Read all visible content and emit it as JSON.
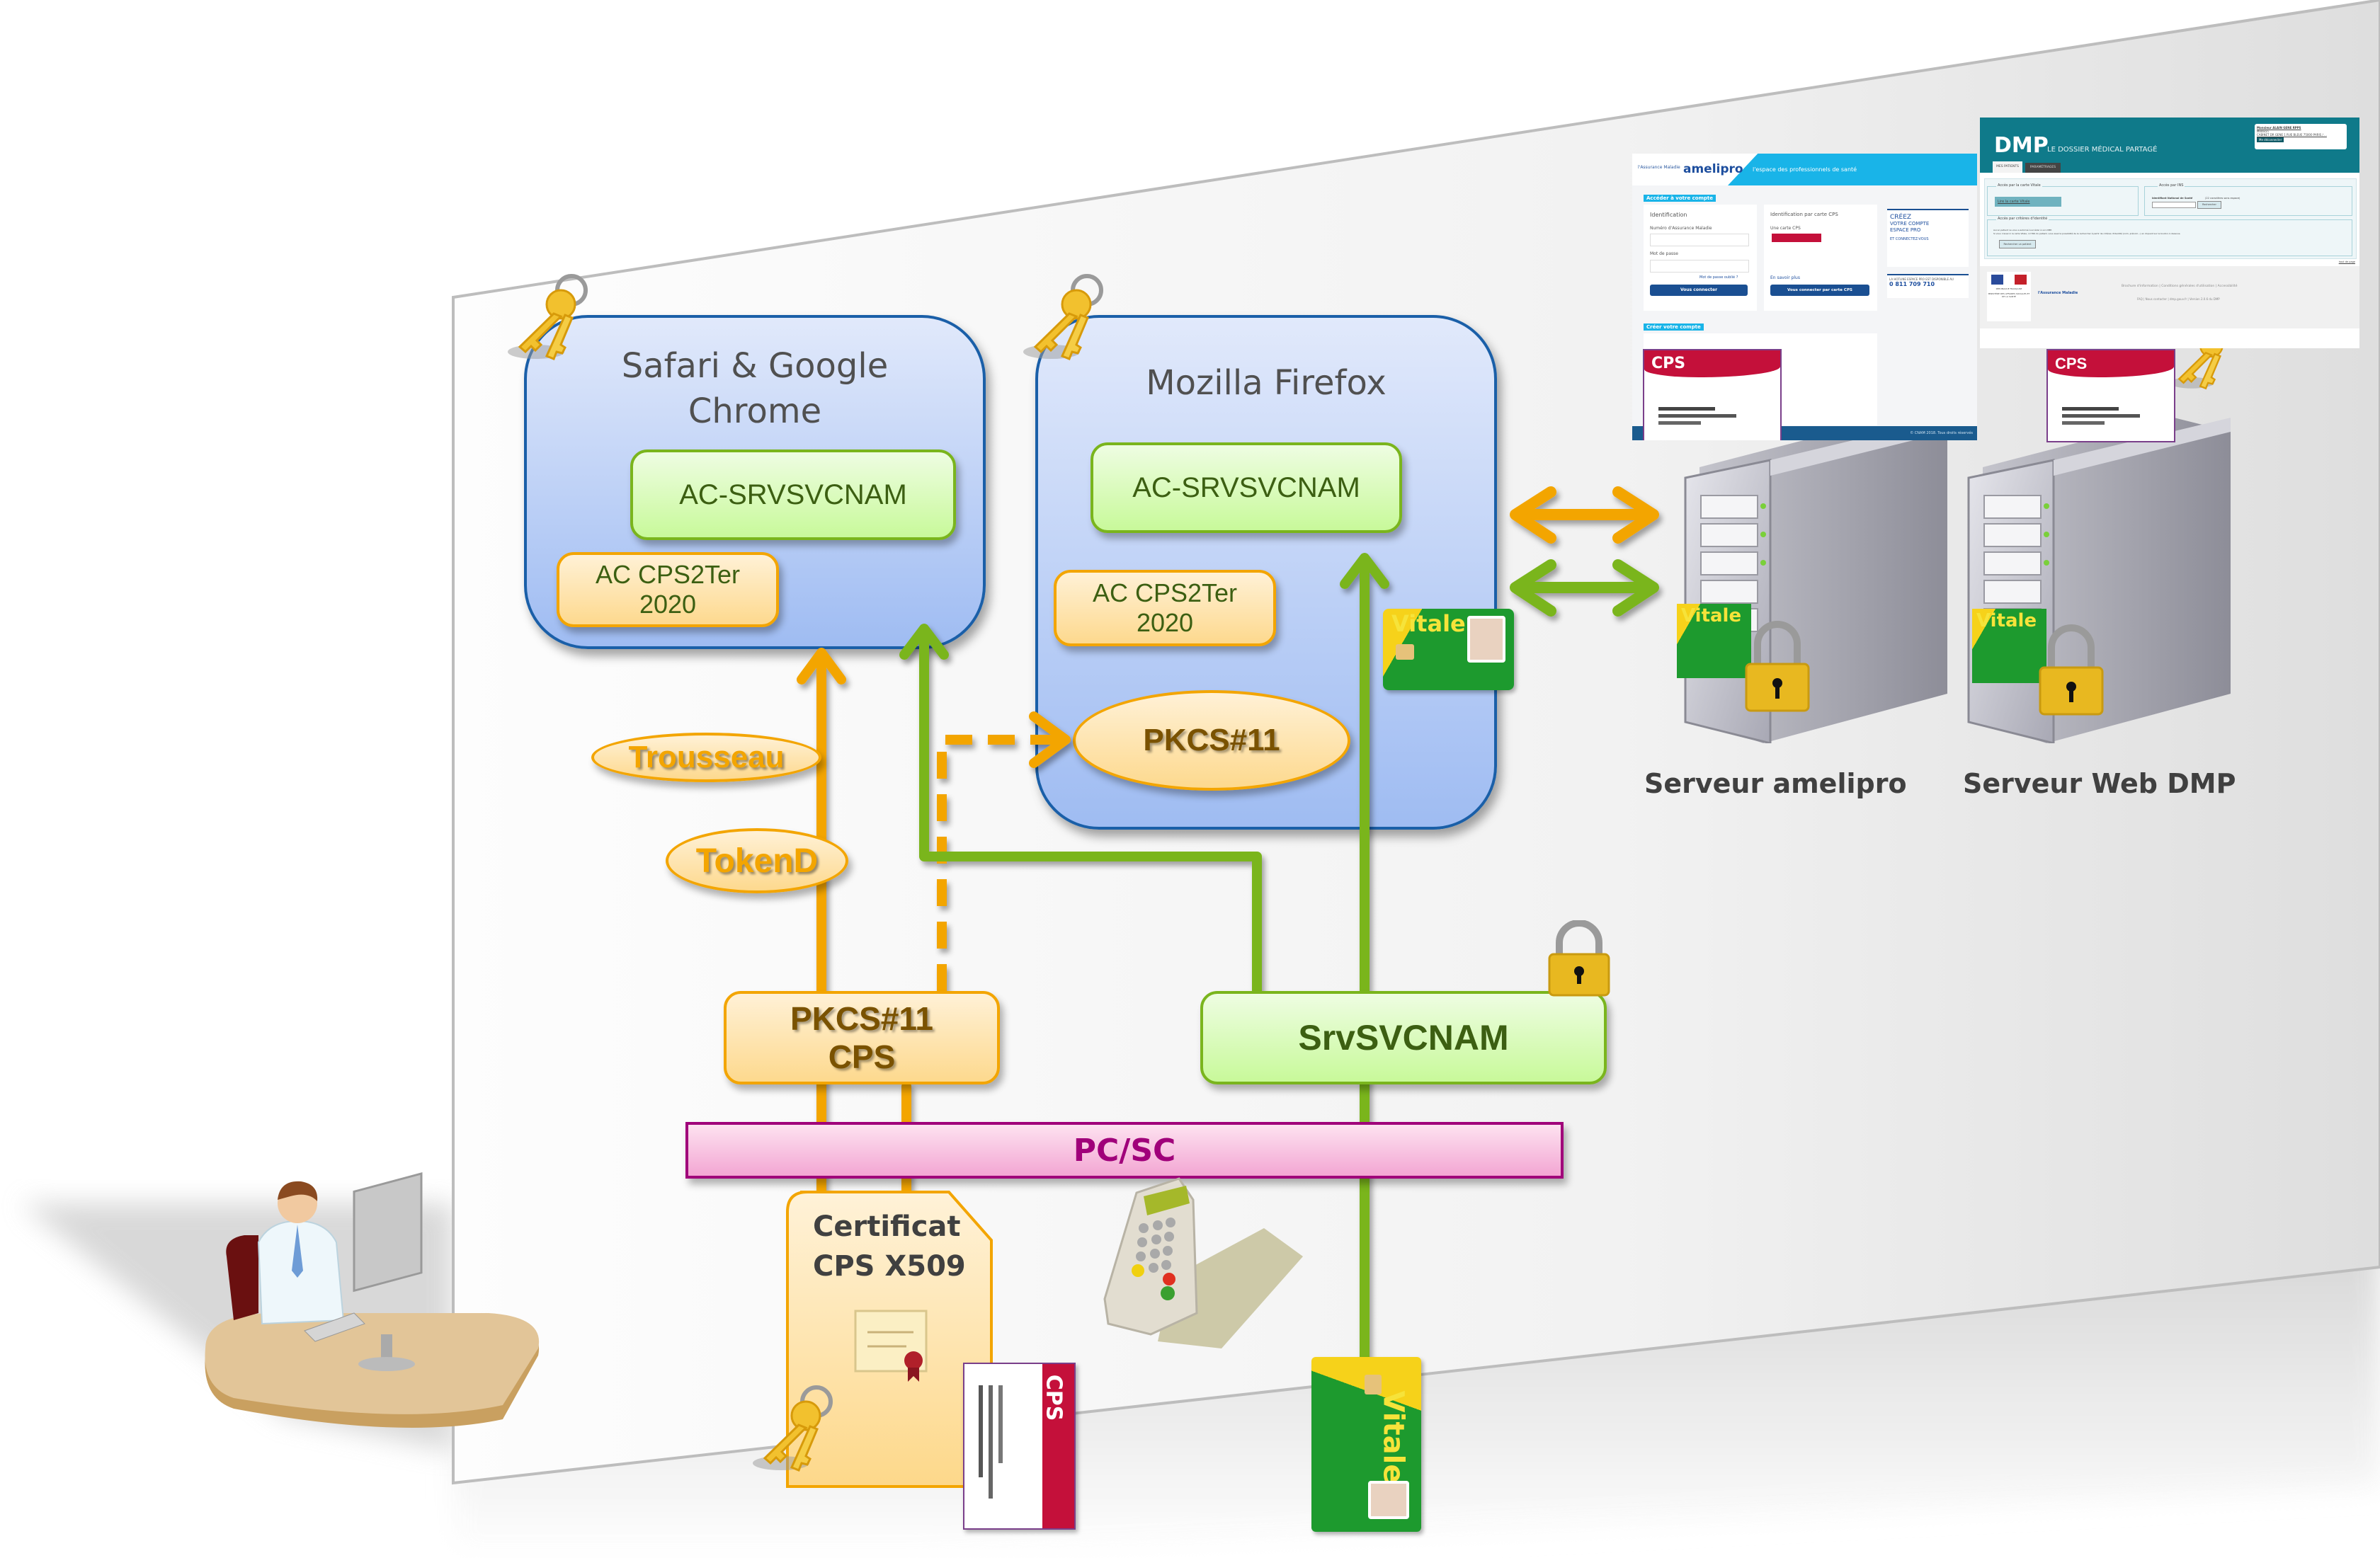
{
  "diagram": {
    "browsers": [
      {
        "title_line1": "Safari  & Google",
        "title_line2": "Chrome",
        "trusted_ca": "AC-SRVSVCNAM",
        "cps_ca_line1": "AC CPS2Ter",
        "cps_ca_line2": "2020"
      },
      {
        "title": "Mozilla Firefox",
        "trusted_ca": "AC-SRVSVCNAM",
        "cps_ca_line1": "AC CPS2Ter",
        "cps_ca_line2": "2020",
        "pkcs_module": "PKCS#11"
      }
    ],
    "middleware": {
      "keychain": "Trousseau",
      "tokend": "TokenD",
      "pkcs11_cps_line1": "PKCS#11",
      "pkcs11_cps_line2": "CPS",
      "srvsvcnam": "SrvSVCNAM",
      "pcsc": "PC/SC"
    },
    "certificate": {
      "line1": "Certificat",
      "line2": "CPS X509"
    },
    "servers": [
      {
        "label": "Serveur amelipro"
      },
      {
        "label": "Serveur Web DMP"
      }
    ],
    "cards": {
      "vitale": "Vitale",
      "cps": "CPS"
    },
    "colors": {
      "orange_flow": "#f3a500",
      "green_flow": "#7ab51d",
      "browser_border": "#1a5fa8",
      "pcsc": "#a0007a"
    }
  },
  "amelipro_page": {
    "brand_left": "l'Assurance Maladie",
    "brand": "amelipro",
    "tagline": "l'espace des professionnels de santé",
    "section_access": "Accéder à votre compte",
    "identification_title": "Identification",
    "field_number_label": "Numéro d'Assurance Maladie",
    "field_password_label": "Mot de passe",
    "forgot_link": "Mot de passe oublié ?",
    "connect_button": "Vous connecter",
    "cps_title": "Identification par carte CPS",
    "cps_subtitle": "Une carte CPS",
    "learn_more": "En savoir plus",
    "cps_connect_button": "Vous connecter par carte CPS",
    "promo_line1": "CRÉEZ",
    "promo_line2": "VOTRE COMPTE",
    "promo_line3": "ESPACE PRO",
    "promo_line4": "ET CONNECTEZ-VOUS",
    "hotline_text": "LA HOTLINE ESPACE PRO EST DISPONIBLE AU",
    "hotline_number": "0 811 709 710",
    "section_create": "Créer votre compte",
    "footer_copyright": "© CNAM 2018. Tous droits réservés"
  },
  "dmp_page": {
    "logo": "DMP",
    "subtitle": "LE DOSSIER MÉDICAL PARTAGÉ",
    "user_name": "Monsieur ALAIN GENE RPPS",
    "user_role": "Médecin",
    "user_address": "CABINET DR GENE 1 RUE BLEUE 75000 PARIS / ...",
    "logout_button": "Me déconnecter",
    "tabs": [
      "MES PATIENTS",
      "PARAMÉTRAGES"
    ],
    "vitale_section": "Accès par la carte Vitale",
    "vitale_link": "Lire la carte Vitale",
    "ins_section": "Accès par INS",
    "ins_label": "Identifiant National de Santé",
    "ins_hint": "(22 caractères sans espace)",
    "search_button": "Rechercher",
    "identity_section": "Accès par critères d'identité",
    "identity_text1": "Aucun patient ne vous a autorisé à accéder à son DMP.",
    "identity_text2": "Si vous n'avez ni la carte Vitale, ni l'INS du patient, vous avez la possibilité de le rechercher à partir de critères d'identité (nom, prénom...) en cliquant sur le bouton ci-dessous.",
    "search_patient_button": "Rechercher un patient",
    "top_link": "haut de page",
    "footer_links": [
      "Brochure d'information",
      "Conditions générales d'utilisation",
      "Accessibilité"
    ],
    "footer_links2": [
      "FAQ",
      "Nous contacter",
      "dmp.gouv.fr",
      "Version 2.0.6 du DMP"
    ],
    "republic": "RÉPUBLIQUE FRANÇAISE",
    "ministry": "MINISTÈRE DES AFFAIRES SOCIALES ET DE LA SANTÉ",
    "assurance": "l'Assurance Maladie"
  }
}
